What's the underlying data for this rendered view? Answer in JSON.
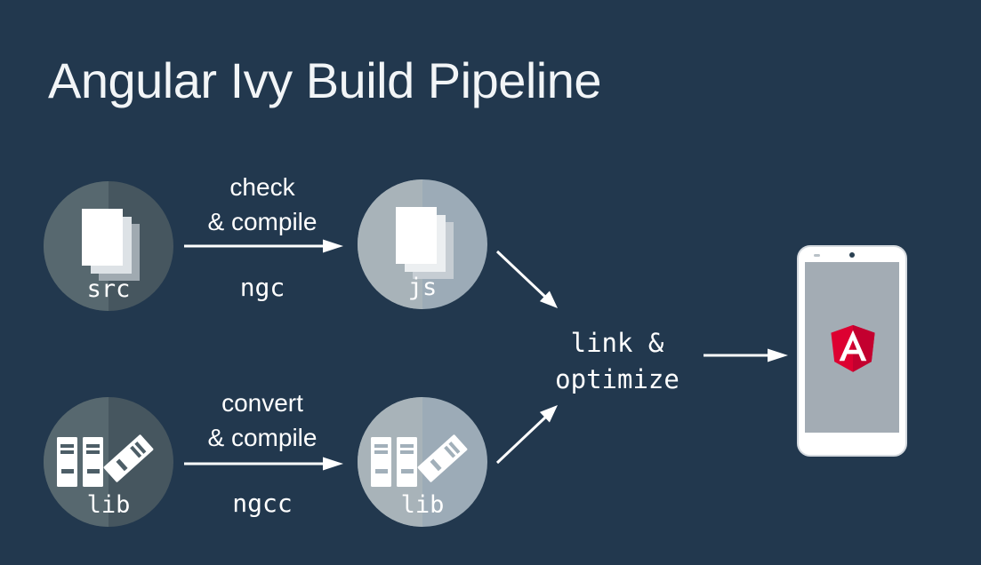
{
  "title": "Angular Ivy Build Pipeline",
  "pipeline": {
    "top_row": {
      "input": "src",
      "step": {
        "line1": "check",
        "line2": "& compile"
      },
      "tool": "ngc",
      "output": "js"
    },
    "bottom_row": {
      "input": "lib",
      "step": {
        "line1": "convert",
        "line2": "& compile"
      },
      "tool": "ngcc",
      "output": "lib"
    },
    "merge": {
      "line1": "link &",
      "line2": "optimize"
    }
  },
  "icons": {
    "top_row_nodes": "documents-icon",
    "bottom_row_nodes": "books-icon",
    "device": "smartphone-icon",
    "device_logo": "angular-logo"
  },
  "colors": {
    "background": "#22384E",
    "node_dark_left": "#57686F",
    "node_dark_right": "#46565F",
    "node_light_left": "#A8B3B9",
    "node_light_right": "#9CABB7",
    "arrow": "#FFFFFF",
    "text": "#FFFFFF",
    "angular_red": "#DD0031",
    "angular_red_dark": "#C3002F",
    "phone_body": "#FFFFFF",
    "phone_screen": "#A3ACB4"
  }
}
